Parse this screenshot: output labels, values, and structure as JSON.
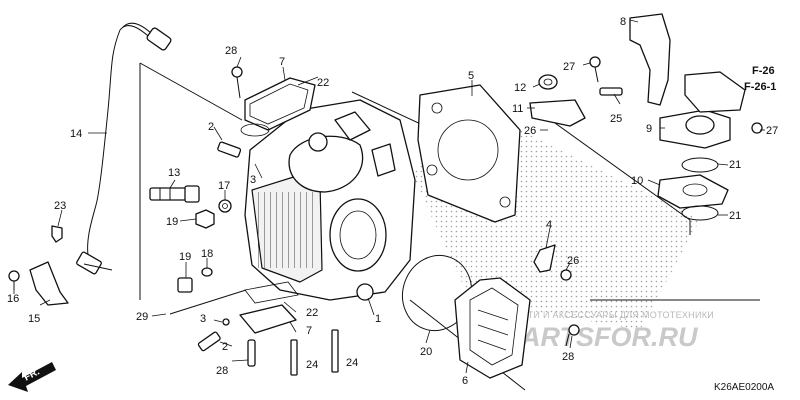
{
  "diagram": {
    "code": "K26AE0200A",
    "ref_labels": [
      "F-26",
      "F-26-1"
    ],
    "direction_label": "FR.",
    "watermark_text": "ЗАПЧАСТИ И АКСЕССУАРЫ ДЛЯ МОТОТЕХНИКИ",
    "watermark_logo": "PARTSFOR.RU",
    "callouts": [
      {
        "id": "c1",
        "text": "1"
      },
      {
        "id": "c2a",
        "text": "2"
      },
      {
        "id": "c2b",
        "text": "2"
      },
      {
        "id": "c3a",
        "text": "3"
      },
      {
        "id": "c3b",
        "text": "3"
      },
      {
        "id": "c4",
        "text": "4"
      },
      {
        "id": "c5",
        "text": "5"
      },
      {
        "id": "c6",
        "text": "6"
      },
      {
        "id": "c7a",
        "text": "7"
      },
      {
        "id": "c7b",
        "text": "7"
      },
      {
        "id": "c8",
        "text": "8"
      },
      {
        "id": "c9",
        "text": "9"
      },
      {
        "id": "c10",
        "text": "10"
      },
      {
        "id": "c11",
        "text": "11"
      },
      {
        "id": "c12",
        "text": "12"
      },
      {
        "id": "c13",
        "text": "13"
      },
      {
        "id": "c14",
        "text": "14"
      },
      {
        "id": "c15",
        "text": "15"
      },
      {
        "id": "c16",
        "text": "16"
      },
      {
        "id": "c17",
        "text": "17"
      },
      {
        "id": "c18",
        "text": "18"
      },
      {
        "id": "c19a",
        "text": "19"
      },
      {
        "id": "c19b",
        "text": "19"
      },
      {
        "id": "c20",
        "text": "20"
      },
      {
        "id": "c21a",
        "text": "21"
      },
      {
        "id": "c21b",
        "text": "21"
      },
      {
        "id": "c22a",
        "text": "22"
      },
      {
        "id": "c22b",
        "text": "22"
      },
      {
        "id": "c23",
        "text": "23"
      },
      {
        "id": "c24a",
        "text": "24"
      },
      {
        "id": "c24b",
        "text": "24"
      },
      {
        "id": "c25",
        "text": "25"
      },
      {
        "id": "c26a",
        "text": "26"
      },
      {
        "id": "c26b",
        "text": "26"
      },
      {
        "id": "c27a",
        "text": "27"
      },
      {
        "id": "c27b",
        "text": "27"
      },
      {
        "id": "c28a",
        "text": "28"
      },
      {
        "id": "c28b",
        "text": "28"
      },
      {
        "id": "c28c",
        "text": "28"
      },
      {
        "id": "c29",
        "text": "29"
      }
    ]
  }
}
